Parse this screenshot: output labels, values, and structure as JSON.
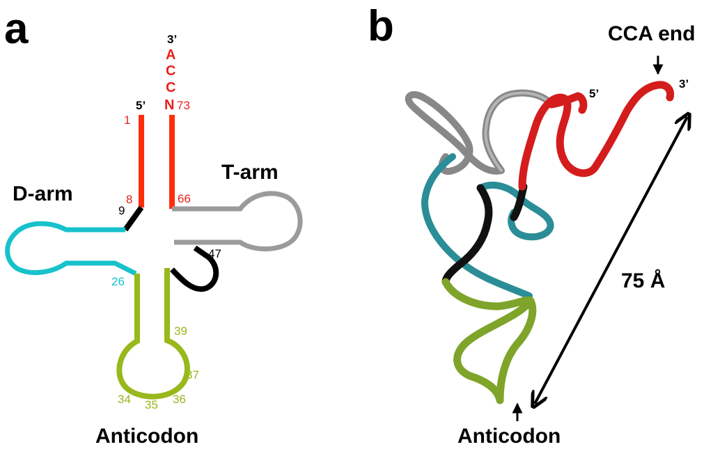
{
  "colors": {
    "acceptor": "#ff2d0c",
    "d_arm": "#17c2cc",
    "anticodon": "#98b81b",
    "t_arm": "#9b9b9b",
    "variable": "#000000",
    "text": "#000000"
  },
  "panel_a": {
    "letter": "a",
    "end_3": "3’",
    "end_5": "5’",
    "acceptor_letters": [
      "A",
      "C",
      "C",
      "N"
    ],
    "pos_73": "73",
    "pos_1": "1",
    "pos_8": "8",
    "pos_9": "9",
    "pos_66": "66",
    "pos_47": "47",
    "pos_26": "26",
    "pos_39": "39",
    "pos_37": "37",
    "pos_34": "34",
    "pos_35": "35",
    "pos_36": "36",
    "d_arm_label": "D-arm",
    "t_arm_label": "T-arm",
    "anticodon_label": "Anticodon"
  },
  "panel_b": {
    "letter": "b",
    "cca_label": "CCA end",
    "end_5": "5’",
    "end_3": "3’",
    "distance_label": "75 Å",
    "anticodon_label": "Anticodon"
  }
}
